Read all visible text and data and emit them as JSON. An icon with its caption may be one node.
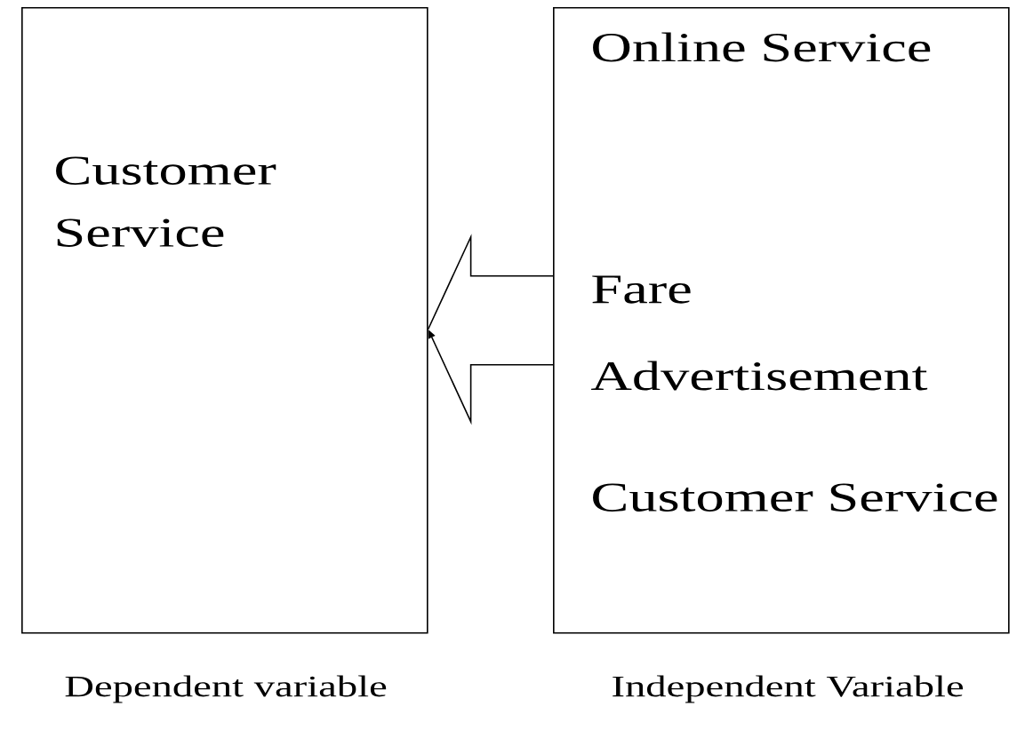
{
  "diagram": {
    "nodes": [
      {
        "text": [
          "Customer Service"
        ],
        "beside": [
          "Dependent variable"
        ]
      },
      {
        "text": [
          "Online Service",
          "Fare",
          "Advertisement",
          "Customer Service"
        ],
        "beside": [
          "Independent Variable"
        ]
      }
    ],
    "edges": [
      {
        "from": 1,
        "to": 0,
        "arrow": "to"
      }
    ]
  }
}
